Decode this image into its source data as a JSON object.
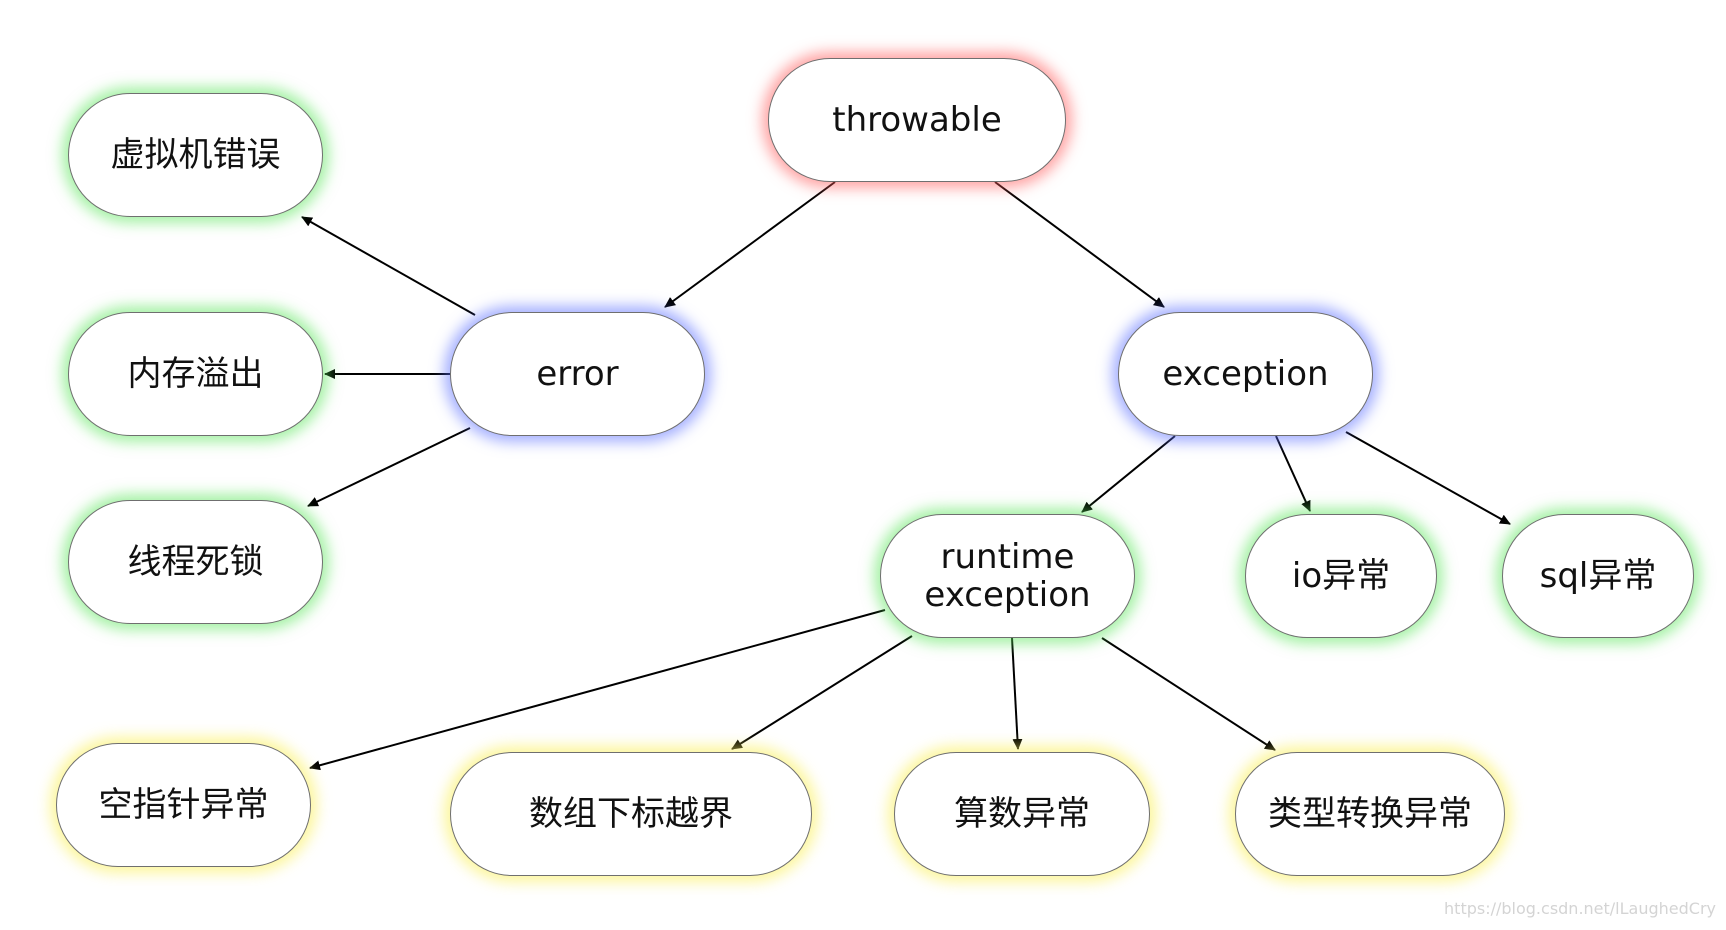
{
  "nodes": {
    "throwable": "throwable",
    "error": "error",
    "exception": "exception",
    "vm_error": "虚拟机错误",
    "out_of_memory": "内存溢出",
    "thread_deadlock": "线程死锁",
    "runtime_exception": "runtime\nexception",
    "io_exception": "io异常",
    "sql_exception": "sql异常",
    "null_pointer": "空指针异常",
    "index_out_of_bounds": "数组下标越界",
    "arithmetic": "算数异常",
    "class_cast": "类型转换异常"
  },
  "glow_colors": {
    "root": "#ff5a5a",
    "level1": "#5a6eff",
    "level2": "#5ae65a",
    "level3": "#faf05a"
  },
  "watermark": "https://blog.csdn.net/lLaughedCry"
}
